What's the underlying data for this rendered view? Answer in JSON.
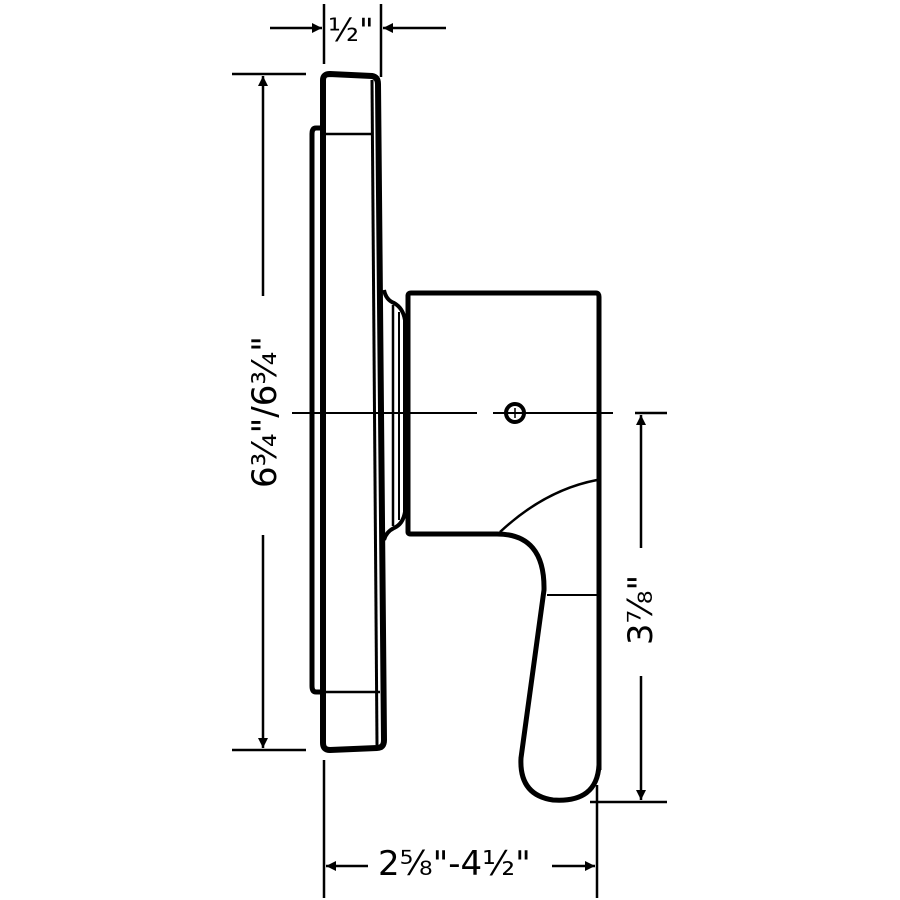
{
  "diagram": {
    "type": "technical-dimension-drawing",
    "subject": "wall-mounted valve trim with lever handle, side view",
    "colors": {
      "line": "#000000",
      "background": "#ffffff"
    },
    "dimensions": {
      "plate_depth": {
        "label": "1/2\"",
        "display": "½\"",
        "orientation": "horizontal",
        "position": "top"
      },
      "plate_height": {
        "label": "6 3/4\" / 6 3/4\"",
        "display": "6¾\"/6¾\"",
        "orientation": "vertical",
        "position": "left"
      },
      "handle_drop": {
        "label": "3 7/8\"",
        "display": "3⅞\"",
        "orientation": "vertical",
        "position": "right"
      },
      "projection": {
        "label": "2 5/8\" - 4 1/2\"",
        "display": "2⅝\"-4½\"",
        "orientation": "horizontal",
        "position": "bottom"
      }
    }
  }
}
